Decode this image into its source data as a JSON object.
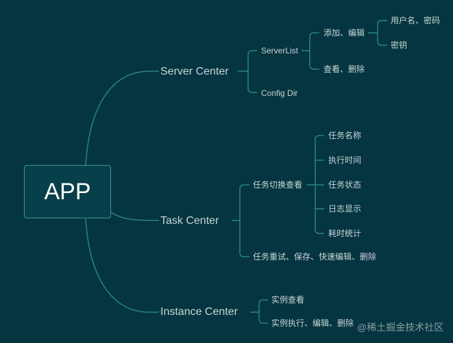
{
  "root": "APP",
  "branches": {
    "server": {
      "label": "Server Center",
      "serverlist": "ServerList",
      "add_edit": "添加、编辑",
      "username_password": "用户名、密码",
      "key": "密钥",
      "view_delete": "查看、删除",
      "config_dir": "Config Dir"
    },
    "task": {
      "label": "Task Center",
      "switch_view": "任务切换查看",
      "items": [
        "任务名称",
        "执行时间",
        "任务状态",
        "日志显示",
        "耗时统计"
      ],
      "retry": "任务重试、保存、快速编辑、删除"
    },
    "instance": {
      "label": "Instance Center",
      "view": "实例查看",
      "exec": "实例执行、编辑、删除"
    }
  },
  "watermark": "@稀土掘金技术社区",
  "colors": {
    "background": "#053540",
    "line": "#2a8580",
    "text": "#c9d6d8"
  }
}
